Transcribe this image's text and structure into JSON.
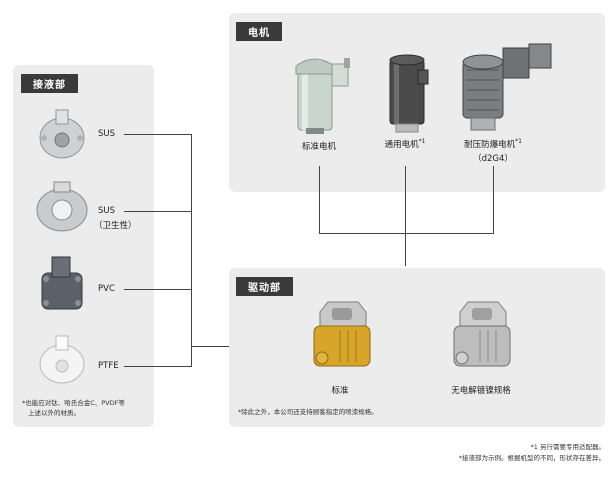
{
  "motor": {
    "title": "电机",
    "items": [
      {
        "label": "标准电机",
        "sup": ""
      },
      {
        "label": "通用电机",
        "sup": "*1"
      },
      {
        "label": "耐压防爆电机",
        "sup": "*1",
        "sub": "（d2G4）"
      }
    ]
  },
  "wetted": {
    "title": "接液部",
    "items": [
      {
        "label": "SUS",
        "sub": ""
      },
      {
        "label": "SUS",
        "sub": "（卫生性）"
      },
      {
        "label": "PVC",
        "sub": ""
      },
      {
        "label": "PTFE",
        "sub": ""
      }
    ],
    "note_line1": "*也能应对钛、哈氏合金C、PVDF等",
    "note_line2": "上述以外的材质。"
  },
  "drive": {
    "title": "驱动部",
    "items": [
      {
        "label": "标准"
      },
      {
        "label": "无电解镀镍规格"
      }
    ],
    "note": "*除此之外，本公司还支持顾客指定的喷漆规格。"
  },
  "footnotes": {
    "line1": "*1 另行需要专用适配器。",
    "line2": "*接液部为示例。根据机型的不同，形状存在差异。"
  }
}
